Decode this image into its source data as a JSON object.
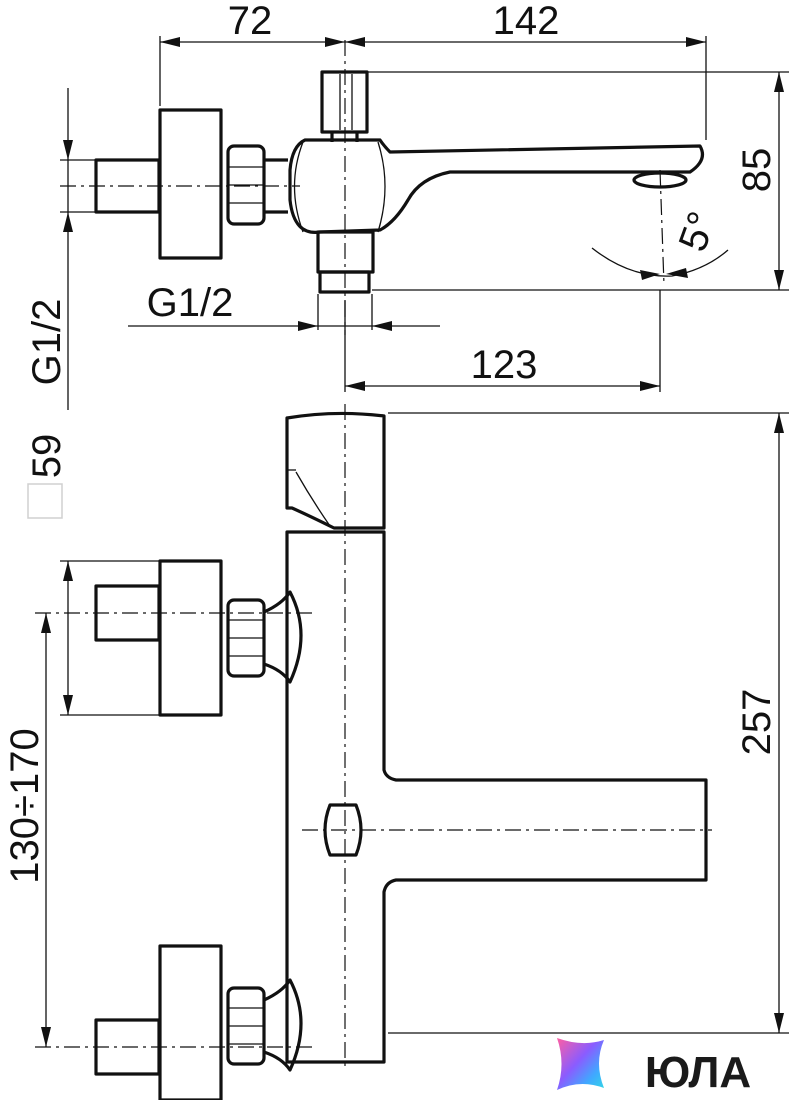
{
  "dimensions": {
    "width_left": "72",
    "width_right": "142",
    "height_top_right": "85",
    "angle": "5°",
    "spout_reach": "123",
    "thread_horizontal": "G1/2",
    "thread_vertical": "G1/2",
    "diameter": "59",
    "total_height": "257",
    "inlet_spacing": "130÷170"
  },
  "logo": {
    "text": "ЮЛА",
    "colors": [
      "#ff5fa2",
      "#8a5cff",
      "#3fa9ff",
      "#34d7e6"
    ]
  }
}
